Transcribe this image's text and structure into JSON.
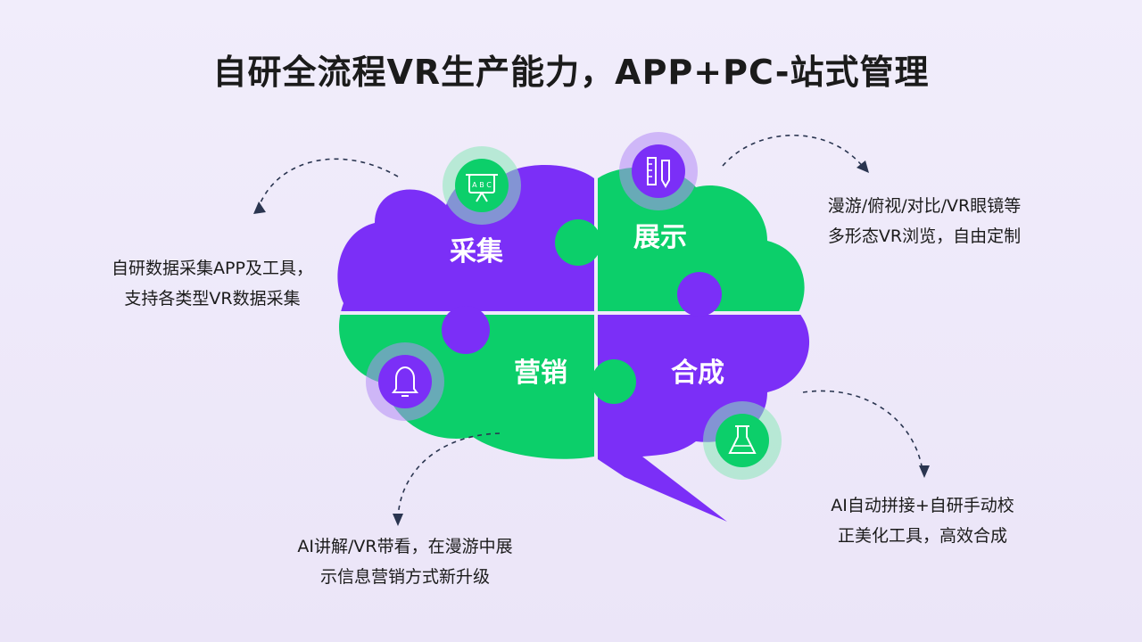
{
  "title": "自研全流程VR生产能力，APP+PC-站式管理",
  "quadrants": {
    "collect": {
      "label": "采集",
      "desc": [
        "自研数据采集APP及工具，",
        "支持各类型VR数据采集"
      ]
    },
    "display": {
      "label": "展示",
      "desc": [
        "漫游/俯视/对比/VR眼镜等",
        "多形态VR浏览，自由定制"
      ]
    },
    "marketing": {
      "label": "营销",
      "desc": [
        "AI讲解/VR带看，在漫游中展",
        "示信息营销方式新升级"
      ]
    },
    "synthesis": {
      "label": "合成",
      "desc": [
        "AI自动拼接+自研手动校",
        "正美化工具，高效合成"
      ]
    }
  },
  "colors": {
    "purple": "#7b2ff7",
    "green": "#0ccf6a",
    "arrow": "#2a3550",
    "icon_ring_purple": "#b48cf5",
    "icon_ring_green": "#8be8b8"
  },
  "icons": {
    "collect": "presentation-board-icon",
    "display": "ruler-pencil-icon",
    "marketing": "bell-icon",
    "synthesis": "flask-icon"
  }
}
